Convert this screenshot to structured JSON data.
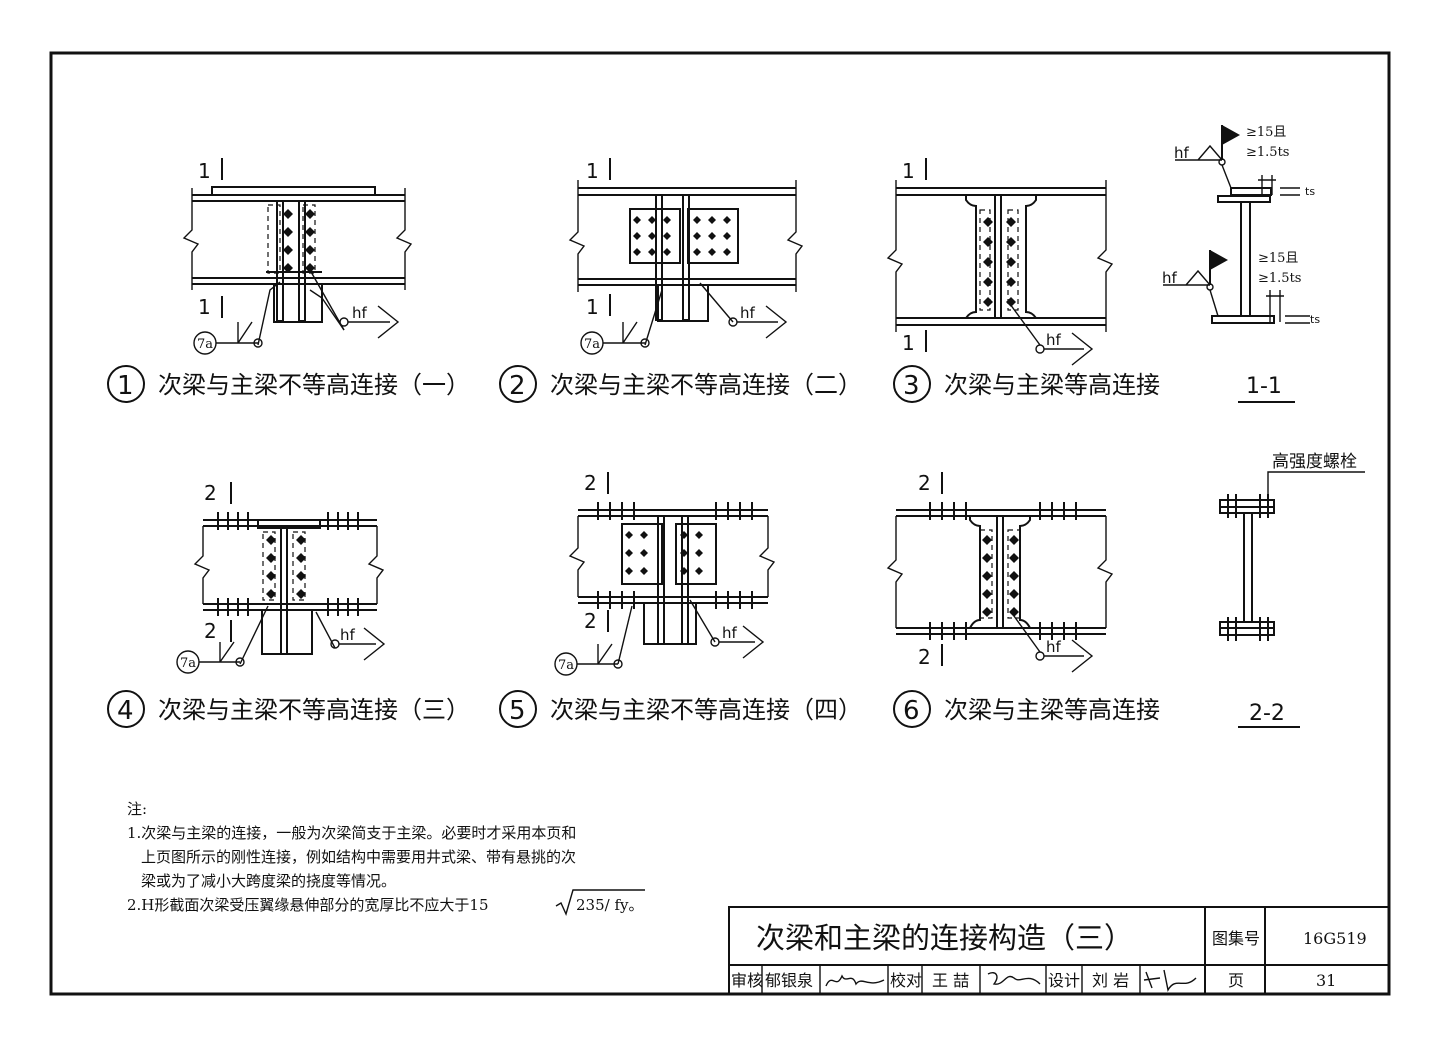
{
  "details": [
    {
      "num": "1",
      "caption": "次梁与主梁不等高连接（一）"
    },
    {
      "num": "2",
      "caption": "次梁与主梁不等高连接（二）"
    },
    {
      "num": "3",
      "caption": "次梁与主梁等高连接"
    },
    {
      "num": "4",
      "caption": "次梁与主梁不等高连接（三）"
    },
    {
      "num": "5",
      "caption": "次梁与主梁不等高连接（四）"
    },
    {
      "num": "6",
      "caption": "次梁与主梁等高连接"
    }
  ],
  "sections": {
    "s11": "1-1",
    "s22": "2-2",
    "bolt_label": "高强度螺栓",
    "weld_req_1": "≥15且",
    "weld_req_2": "≥1.5ts",
    "ts_label": "ts"
  },
  "marks": {
    "cut1": "1",
    "cut2": "2",
    "hf": "hf",
    "weld_ref": "7a"
  },
  "notes": {
    "title": "注:",
    "lines": [
      "1.次梁与主梁的连接，一般为次梁简支于主梁。必要时才采用本页和",
      "上页图所示的刚性连接，例如结构中需要用井式梁、带有悬挑的次",
      "梁或为了减小大跨度梁的挠度等情况。",
      "2.H形截面次梁受压翼缘悬伸部分的宽厚比不应大于15",
      "235/ fy。"
    ]
  },
  "title_block": {
    "title": "次梁和主梁的连接构造（三）",
    "atlas_label": "图集号",
    "atlas_no": "16G519",
    "review_label": "审核",
    "reviewer": "郁银泉",
    "check_label": "校对",
    "checker": "王 喆",
    "design_label": "设计",
    "designer": "刘 岩",
    "page_label": "页",
    "page_no": "31"
  }
}
